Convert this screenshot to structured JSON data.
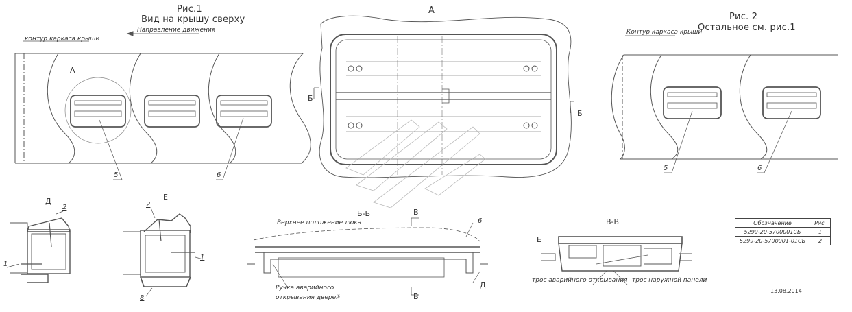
{
  "fig1": {
    "title": "Рис.1",
    "subtitle": "Вид на крышу сверху",
    "direction_label": "Направление движения",
    "contour_label": "контур каркаса крыши",
    "view_label": "А",
    "callouts": [
      "5",
      "6"
    ]
  },
  "viewA": {
    "title": "А",
    "section_marks": [
      "Б",
      "Б"
    ]
  },
  "fig2": {
    "title": "Рис. 2",
    "subtitle": "Остальное см. рис.1",
    "contour_label": "Контур каркаса крыши",
    "callouts": [
      "5",
      "6"
    ]
  },
  "detailD": {
    "title": "Д",
    "callouts": [
      "2",
      "1"
    ]
  },
  "detailE": {
    "title": "Е",
    "callouts": [
      "2",
      "1",
      "8"
    ]
  },
  "sectionBB": {
    "title": "Б-Б",
    "upper_position_label": "Верхнее положение люка",
    "handle_label_line1": "Ручка аварийного",
    "handle_label_line2": "открывания дверей",
    "callout": "6",
    "detail_mark": "Д",
    "cut_marks": [
      "В",
      "В"
    ]
  },
  "sectionVV": {
    "title": "В-В",
    "detail_mark": "Е",
    "cable_emergency_label": "трос аварийного открывания",
    "cable_outer_label": "трос наружной панели"
  },
  "spec_table": {
    "headers": [
      "Обозначение",
      "Рис."
    ],
    "rows": [
      [
        "5299-20-5700001СБ",
        "1"
      ],
      [
        "5299-20-5700001-01СБ",
        "2"
      ]
    ]
  },
  "date": "13.08.2014"
}
